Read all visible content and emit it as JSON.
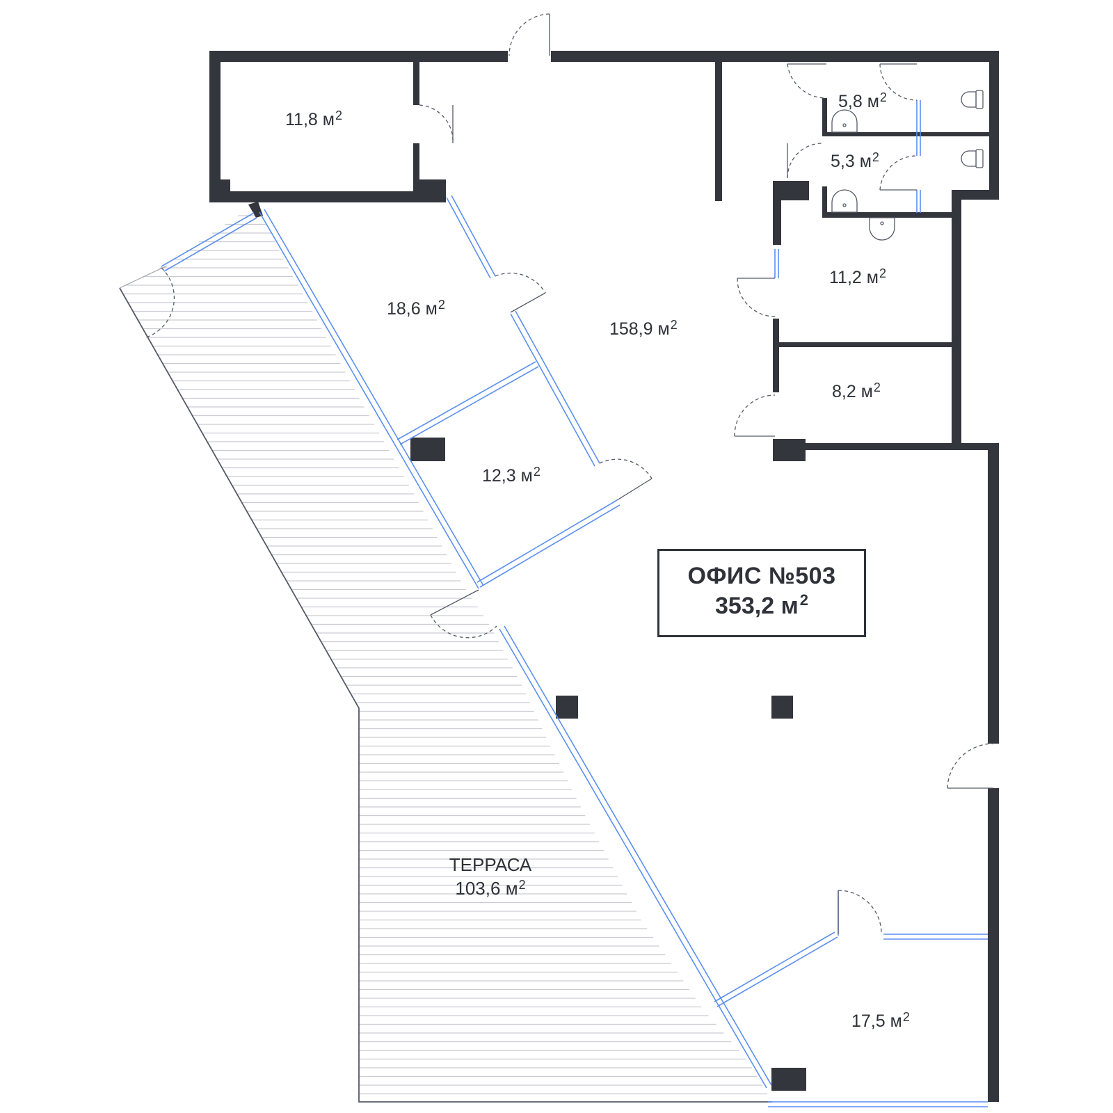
{
  "office": {
    "title": "ОФИС №503",
    "area": "353,2",
    "unit": "м",
    "unit_power": "2"
  },
  "terrace": {
    "name": "ТЕРРАСА",
    "area": "103,6",
    "unit": "м",
    "unit_power": "2"
  },
  "rooms": [
    {
      "area": "11,8",
      "unit": "м",
      "unit_power": "2"
    },
    {
      "area": "5,8",
      "unit": "м",
      "unit_power": "2"
    },
    {
      "area": "5,3",
      "unit": "м",
      "unit_power": "2"
    },
    {
      "area": "11,2",
      "unit": "м",
      "unit_power": "2"
    },
    {
      "area": "8,2",
      "unit": "м",
      "unit_power": "2"
    },
    {
      "area": "18,6",
      "unit": "м",
      "unit_power": "2"
    },
    {
      "area": "158,9",
      "unit": "м",
      "unit_power": "2"
    },
    {
      "area": "12,3",
      "unit": "м",
      "unit_power": "2"
    },
    {
      "area": "17,5",
      "unit": "м",
      "unit_power": "2"
    }
  ],
  "colors": {
    "wall": "#34363d",
    "glass": "#5b8ff0",
    "door": "#555a66",
    "hatch": "#c9ccd2",
    "text": "#2f3238"
  }
}
